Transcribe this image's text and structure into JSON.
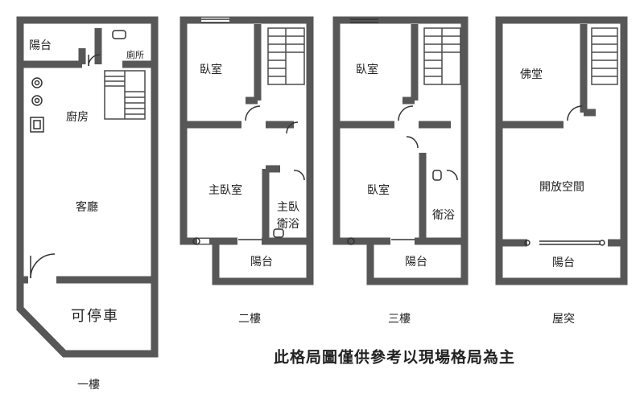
{
  "plan": {
    "colors": {
      "wall": "#575757",
      "fixture": "#333333",
      "stair": "#4a4a4a",
      "background": "#ffffff",
      "text": "#222222"
    },
    "floor1": {
      "name": "一樓",
      "rooms": {
        "balcony": "陽台",
        "wc_tag": "廁所",
        "kitchen": "廚房",
        "living": "客廳",
        "parking": "可停車"
      }
    },
    "floor2": {
      "name": "二樓",
      "rooms": {
        "bedroom": "臥室",
        "master": "主臥室",
        "master_bath_line1": "主臥",
        "master_bath_line2": "衛浴",
        "balcony": "陽台"
      }
    },
    "floor3": {
      "name": "三樓",
      "rooms": {
        "bedroom_top": "臥室",
        "bedroom": "臥室",
        "bath": "衛浴",
        "balcony": "陽台"
      }
    },
    "roof": {
      "name": "屋突",
      "rooms": {
        "shrine": "佛堂",
        "open_space": "開放空間",
        "balcony": "陽台"
      }
    },
    "disclaimer": "此格局圖僅供參考以現場格局為主"
  }
}
